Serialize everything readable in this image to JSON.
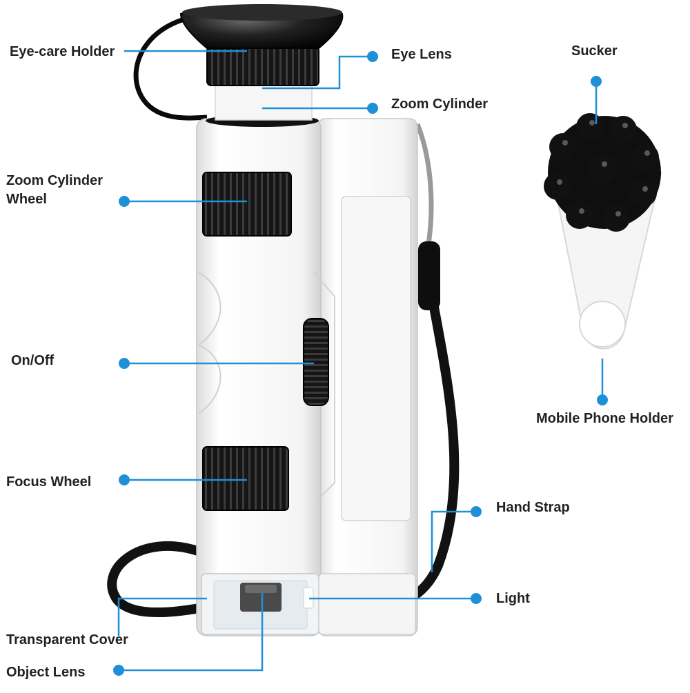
{
  "accent_color": "#1e90d8",
  "labels": {
    "eye_care_holder": "Eye-care Holder",
    "eye_lens": "Eye Lens",
    "zoom_cylinder": "Zoom Cylinder",
    "sucker": "Sucker",
    "zoom_cylinder_wheel_line1": "Zoom Cylinder",
    "zoom_cylinder_wheel_line2": "Wheel",
    "on_off": "On/Off",
    "mobile_phone_holder": "Mobile Phone Holder",
    "focus_wheel": "Focus Wheel",
    "hand_strap": "Hand Strap",
    "light": "Light",
    "transparent_cover": "Transparent Cover",
    "object_lens": "Object Lens"
  }
}
